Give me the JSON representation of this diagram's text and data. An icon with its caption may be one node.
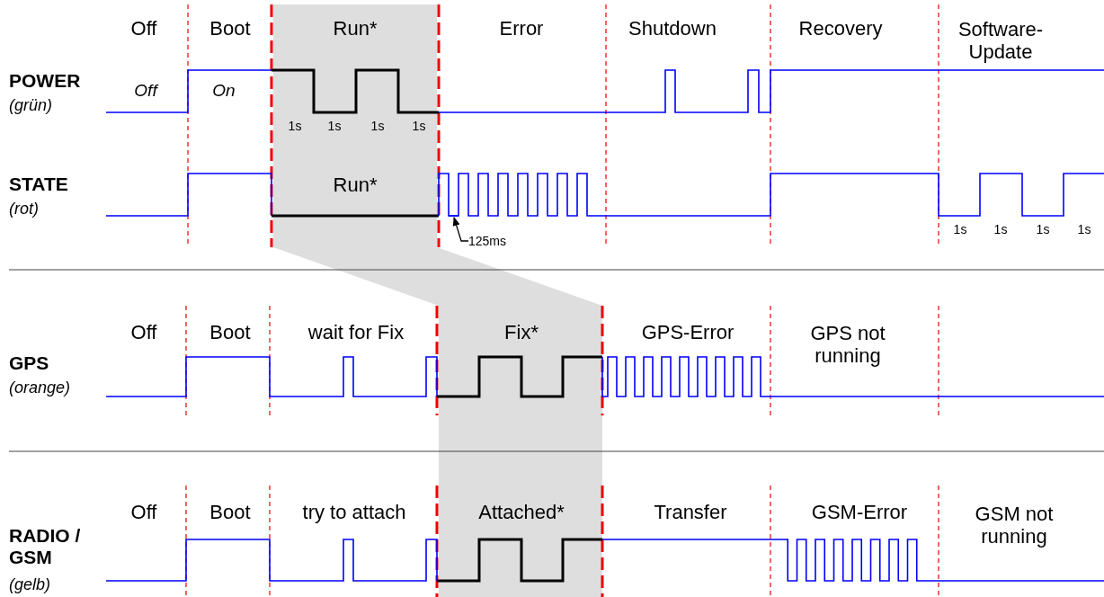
{
  "diagram": {
    "nodes": [
      {
        "text": [
          "125ms"
        ]
      },
      {
        "text": [],
        "shape": "line"
      }
    ],
    "edges": [
      {
        "from": 0,
        "to": 1,
        "arrow": "to"
      }
    ],
    "labels": [
      "Off",
      "Boot",
      "Run*",
      "Error",
      "Shutdown",
      "Recovery",
      "Software-Update",
      "POWER",
      "(grün)",
      "Off",
      "On",
      "1s",
      "1s",
      "1s",
      "1s",
      "STATE",
      "Run*",
      "(rot)",
      "1s",
      "1s",
      "1s",
      "1s",
      "Off",
      "Boot",
      "wait for Fix",
      "Fix*",
      "GPS-Error",
      "GPS not running",
      "GPS",
      "(orange)",
      "Off",
      "Boot",
      "try to attach",
      "Attached*",
      "Transfer",
      "GSM-Error",
      "GSM not running",
      "**RADIO** / **GSM**",
      "(gelb)"
    ]
  }
}
